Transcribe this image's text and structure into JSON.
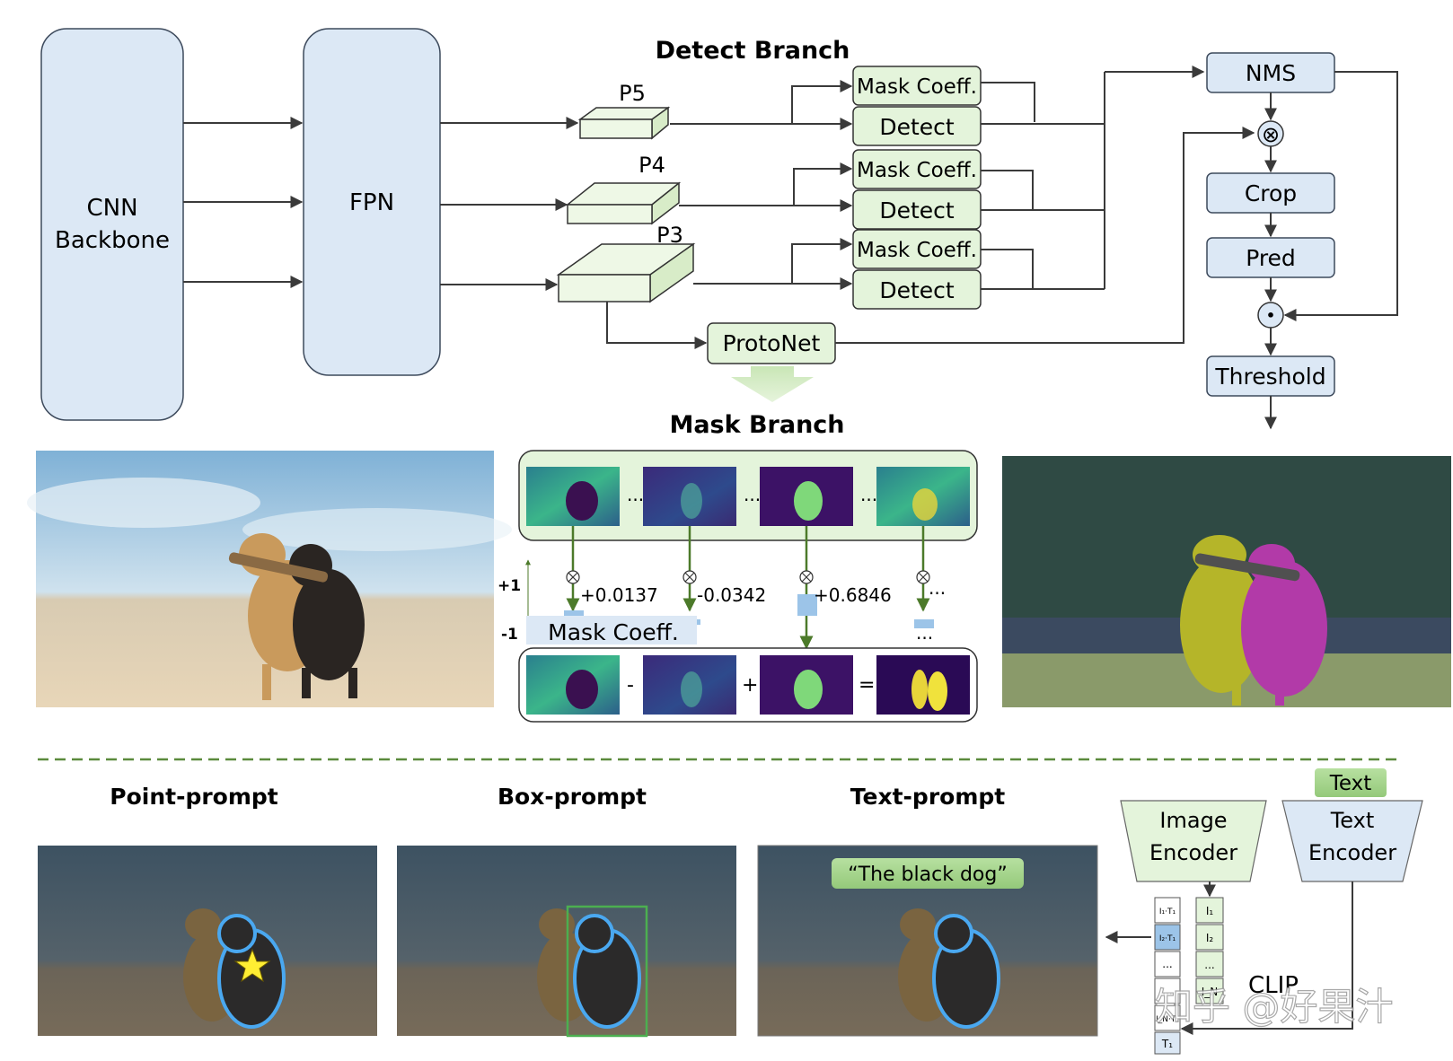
{
  "backbone": {
    "line1": "CNN",
    "line2": "Backbone"
  },
  "fpn": {
    "label": "FPN"
  },
  "detect_branch": {
    "title": "Detect Branch",
    "levels": [
      {
        "name": "P5",
        "mask_coeff": "Mask Coeff.",
        "detect": "Detect"
      },
      {
        "name": "P4",
        "mask_coeff": "Mask Coeff.",
        "detect": "Detect"
      },
      {
        "name": "P3",
        "mask_coeff": "Mask Coeff.",
        "detect": "Detect"
      }
    ]
  },
  "protonet": {
    "label": "ProtoNet"
  },
  "pipeline": {
    "nms": "NMS",
    "multiply_symbol": "⊗",
    "crop": "Crop",
    "pred": "Pred",
    "dot_symbol": "•",
    "threshold": "Threshold"
  },
  "mask_branch": {
    "title": "Mask Branch",
    "coefficients": [
      "+0.0137",
      "-0.0342",
      "+0.6846",
      "..."
    ],
    "ellipsis": "...",
    "scale_top": "+1",
    "scale_bottom": "-1",
    "coeff_label": "Mask Coeff.",
    "operators": [
      "-",
      "+",
      "="
    ]
  },
  "prompts": {
    "point": "Point-prompt",
    "box": "Box-prompt",
    "text": "Text-prompt",
    "text_query": "“The black dog”"
  },
  "clip": {
    "image_encoder_line1": "Image",
    "image_encoder_line2": "Encoder",
    "text_tag": "Text",
    "text_encoder_line1": "Text",
    "text_encoder_line2": "Encoder",
    "label": "CLIP",
    "matrix_left": [
      "I₁·T₁",
      "I₂·T₁",
      "...",
      "...",
      "I_N·T₁"
    ],
    "matrix_right": [
      "I₁",
      "I₂",
      "...",
      "I_N",
      "T₁"
    ]
  },
  "watermark": "知乎 @好果汁",
  "colors": {
    "block_fill": "#dce8f5",
    "block_stroke": "#3d4a5c",
    "head_fill": "#e4f4db",
    "feature_fill": "#eef8e6",
    "arrow": "#3a3a3a",
    "green_arrow": "#4c7a2a",
    "dash": "#5b8a3c",
    "tag_green": "#a9d88f",
    "highlight_blue": "#9cc4e8"
  }
}
